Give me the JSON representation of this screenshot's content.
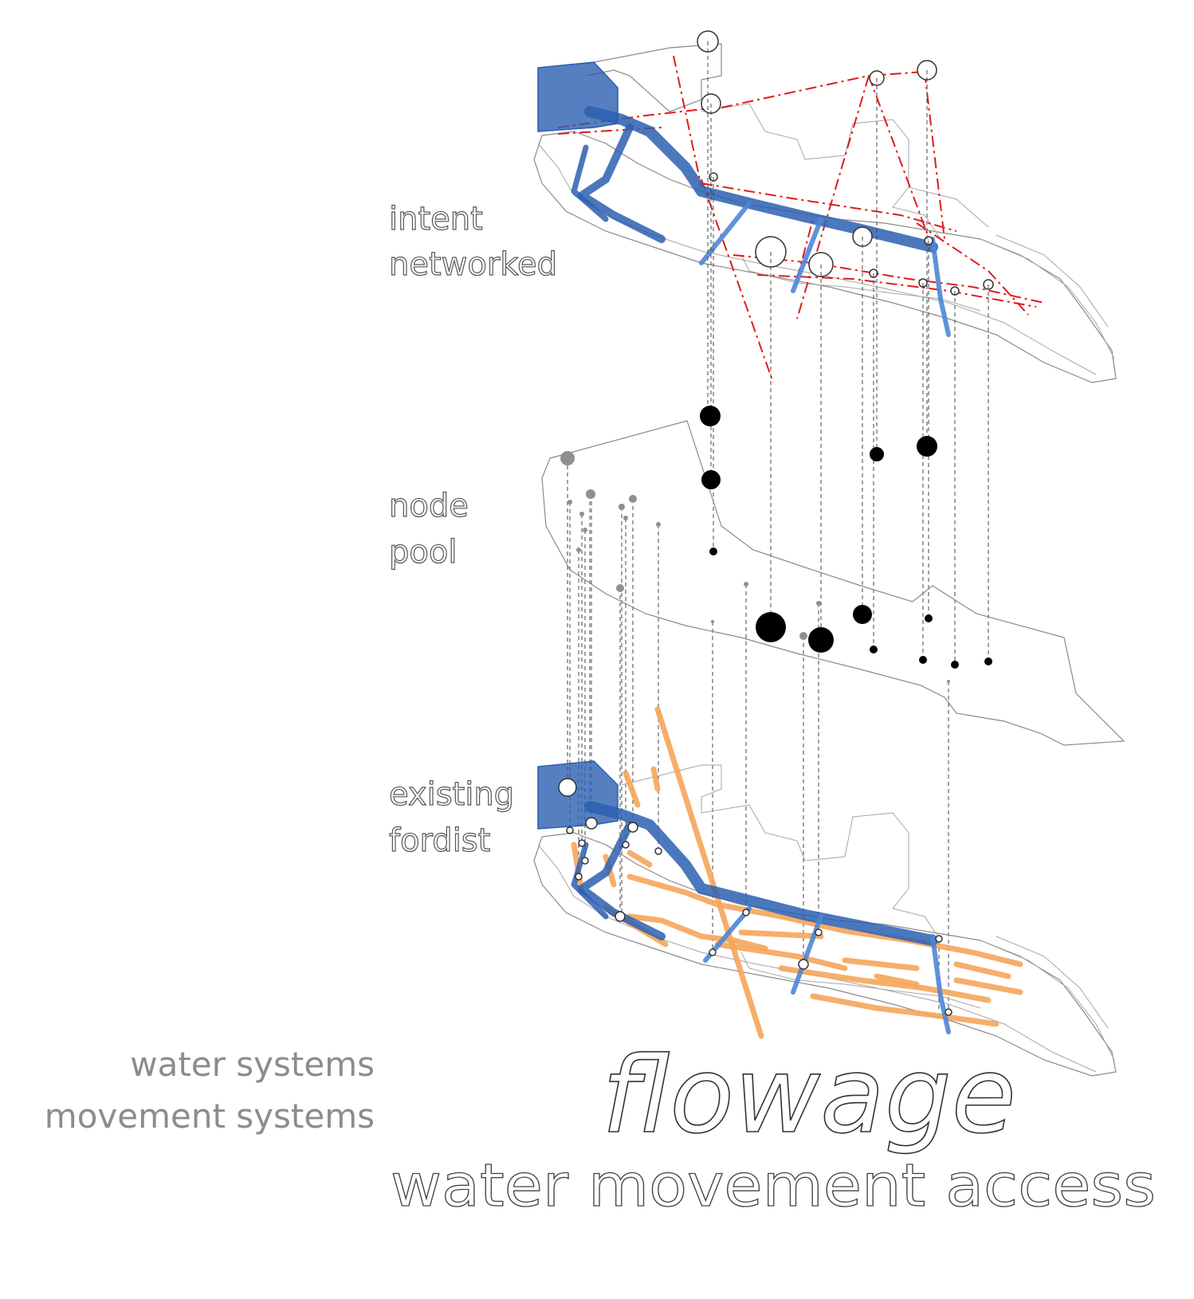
{
  "labels": {
    "intent": "intent",
    "networked": "networked",
    "node": "node",
    "pool": "pool",
    "existing": "existing",
    "fordist": "fordist",
    "water_systems": "water systems",
    "movement_systems": "movement systems",
    "title": "flowage",
    "subtitle": "water movement access"
  },
  "colors": {
    "water_pipe": "#2b5fb0",
    "movement_route": "#f5a55a",
    "intent_axis": "#e01b1b",
    "node_fill": "#000000",
    "label_gray": "#8c8c8c"
  }
}
